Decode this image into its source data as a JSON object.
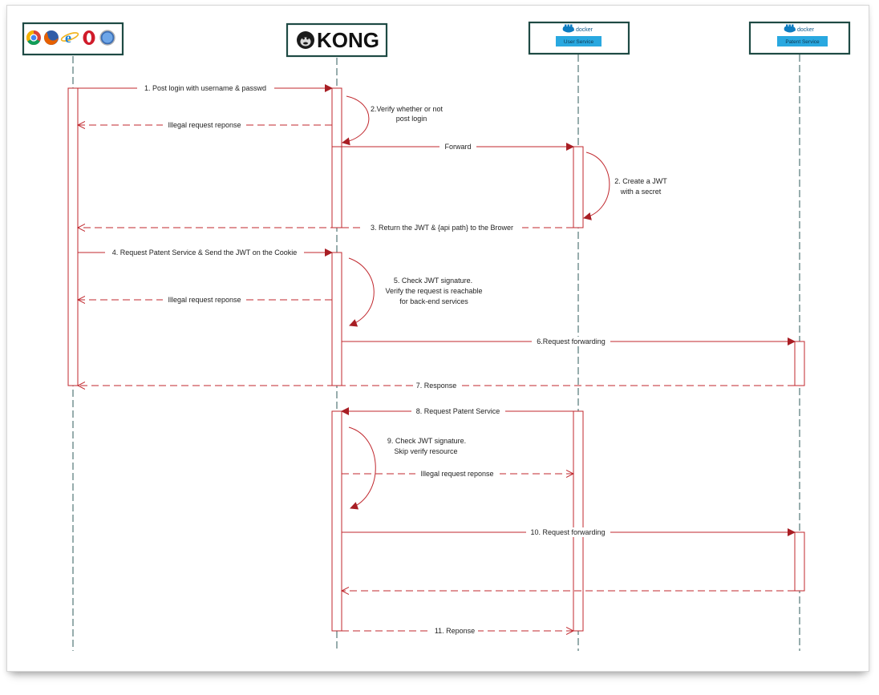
{
  "participants": {
    "browser": {
      "icons": [
        "chrome-icon",
        "firefox-icon",
        "ie-icon",
        "opera-icon",
        "safari-icon"
      ]
    },
    "kong": {
      "label": "KONG"
    },
    "user_service": {
      "docker": "docker",
      "label": "User Service"
    },
    "patent_service": {
      "docker": "docker",
      "label": "Patent Service"
    }
  },
  "messages": {
    "m1": "1. Post login with username & passwd",
    "m2a": "2.Verify whether or not",
    "m2b": "post login",
    "m_illegal1": "Illegal request reponse",
    "m_forward": "Forward",
    "m_jwt_a": "2. Create a JWT",
    "m_jwt_b": "with a secret",
    "m3": "3. Return the JWT & {api path} to the Brower",
    "m4": "4. Request Patent Service & Send the JWT on the Cookie",
    "m5a": "5. Check JWT signature.",
    "m5b": "Verify the request is reachable",
    "m5c": "for back-end services",
    "m_illegal2": "Illegal request reponse",
    "m6": "6.Request forwarding",
    "m7": "7. Response",
    "m8": "8. Request Patent Service",
    "m9a": "9. Check JWT signature.",
    "m9b": "Skip verify resource",
    "m_illegal3": "Illegal request reponse",
    "m10": "10. Request forwarding",
    "m11": "11. Reponse"
  },
  "colors": {
    "arrow": "#c0272d",
    "lifeline": "#2f5b5b",
    "box_border": "#1e4a44",
    "service_badge": "#29a8e0"
  }
}
